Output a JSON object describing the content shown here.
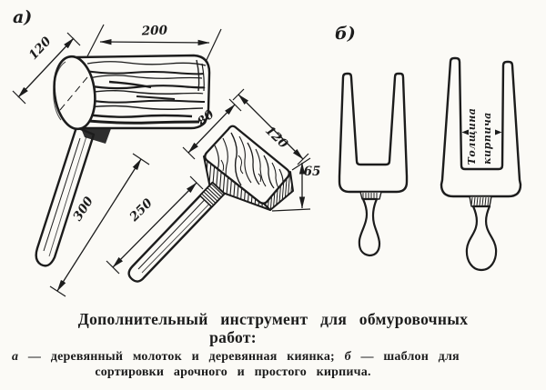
{
  "figure": {
    "part_a_label": "а)",
    "part_b_label": "б)",
    "dims": {
      "head_diameter": "120",
      "head_length": "200",
      "handle_length": "300",
      "kiyanka_handle_length": "250",
      "kiyanka_head_width": "80",
      "kiyanka_head_length": "120",
      "kiyanka_head_height": "65"
    },
    "gauge_note_line1": "Толщина",
    "gauge_note_line2": "кирпича"
  },
  "caption": {
    "title_line1": "Дополнительный инструмент для обмуровочных",
    "title_line2": "работ:",
    "item_a_key": "а",
    "item_a_text": "— деревянный молоток и деревянная киянка;",
    "item_b_key": "б",
    "item_b_text": "— шаблон для",
    "line2": "сортировки арочного и простого кирпича."
  },
  "colors": {
    "ink": "#1c1c1c",
    "paper": "#fbfaf6"
  }
}
